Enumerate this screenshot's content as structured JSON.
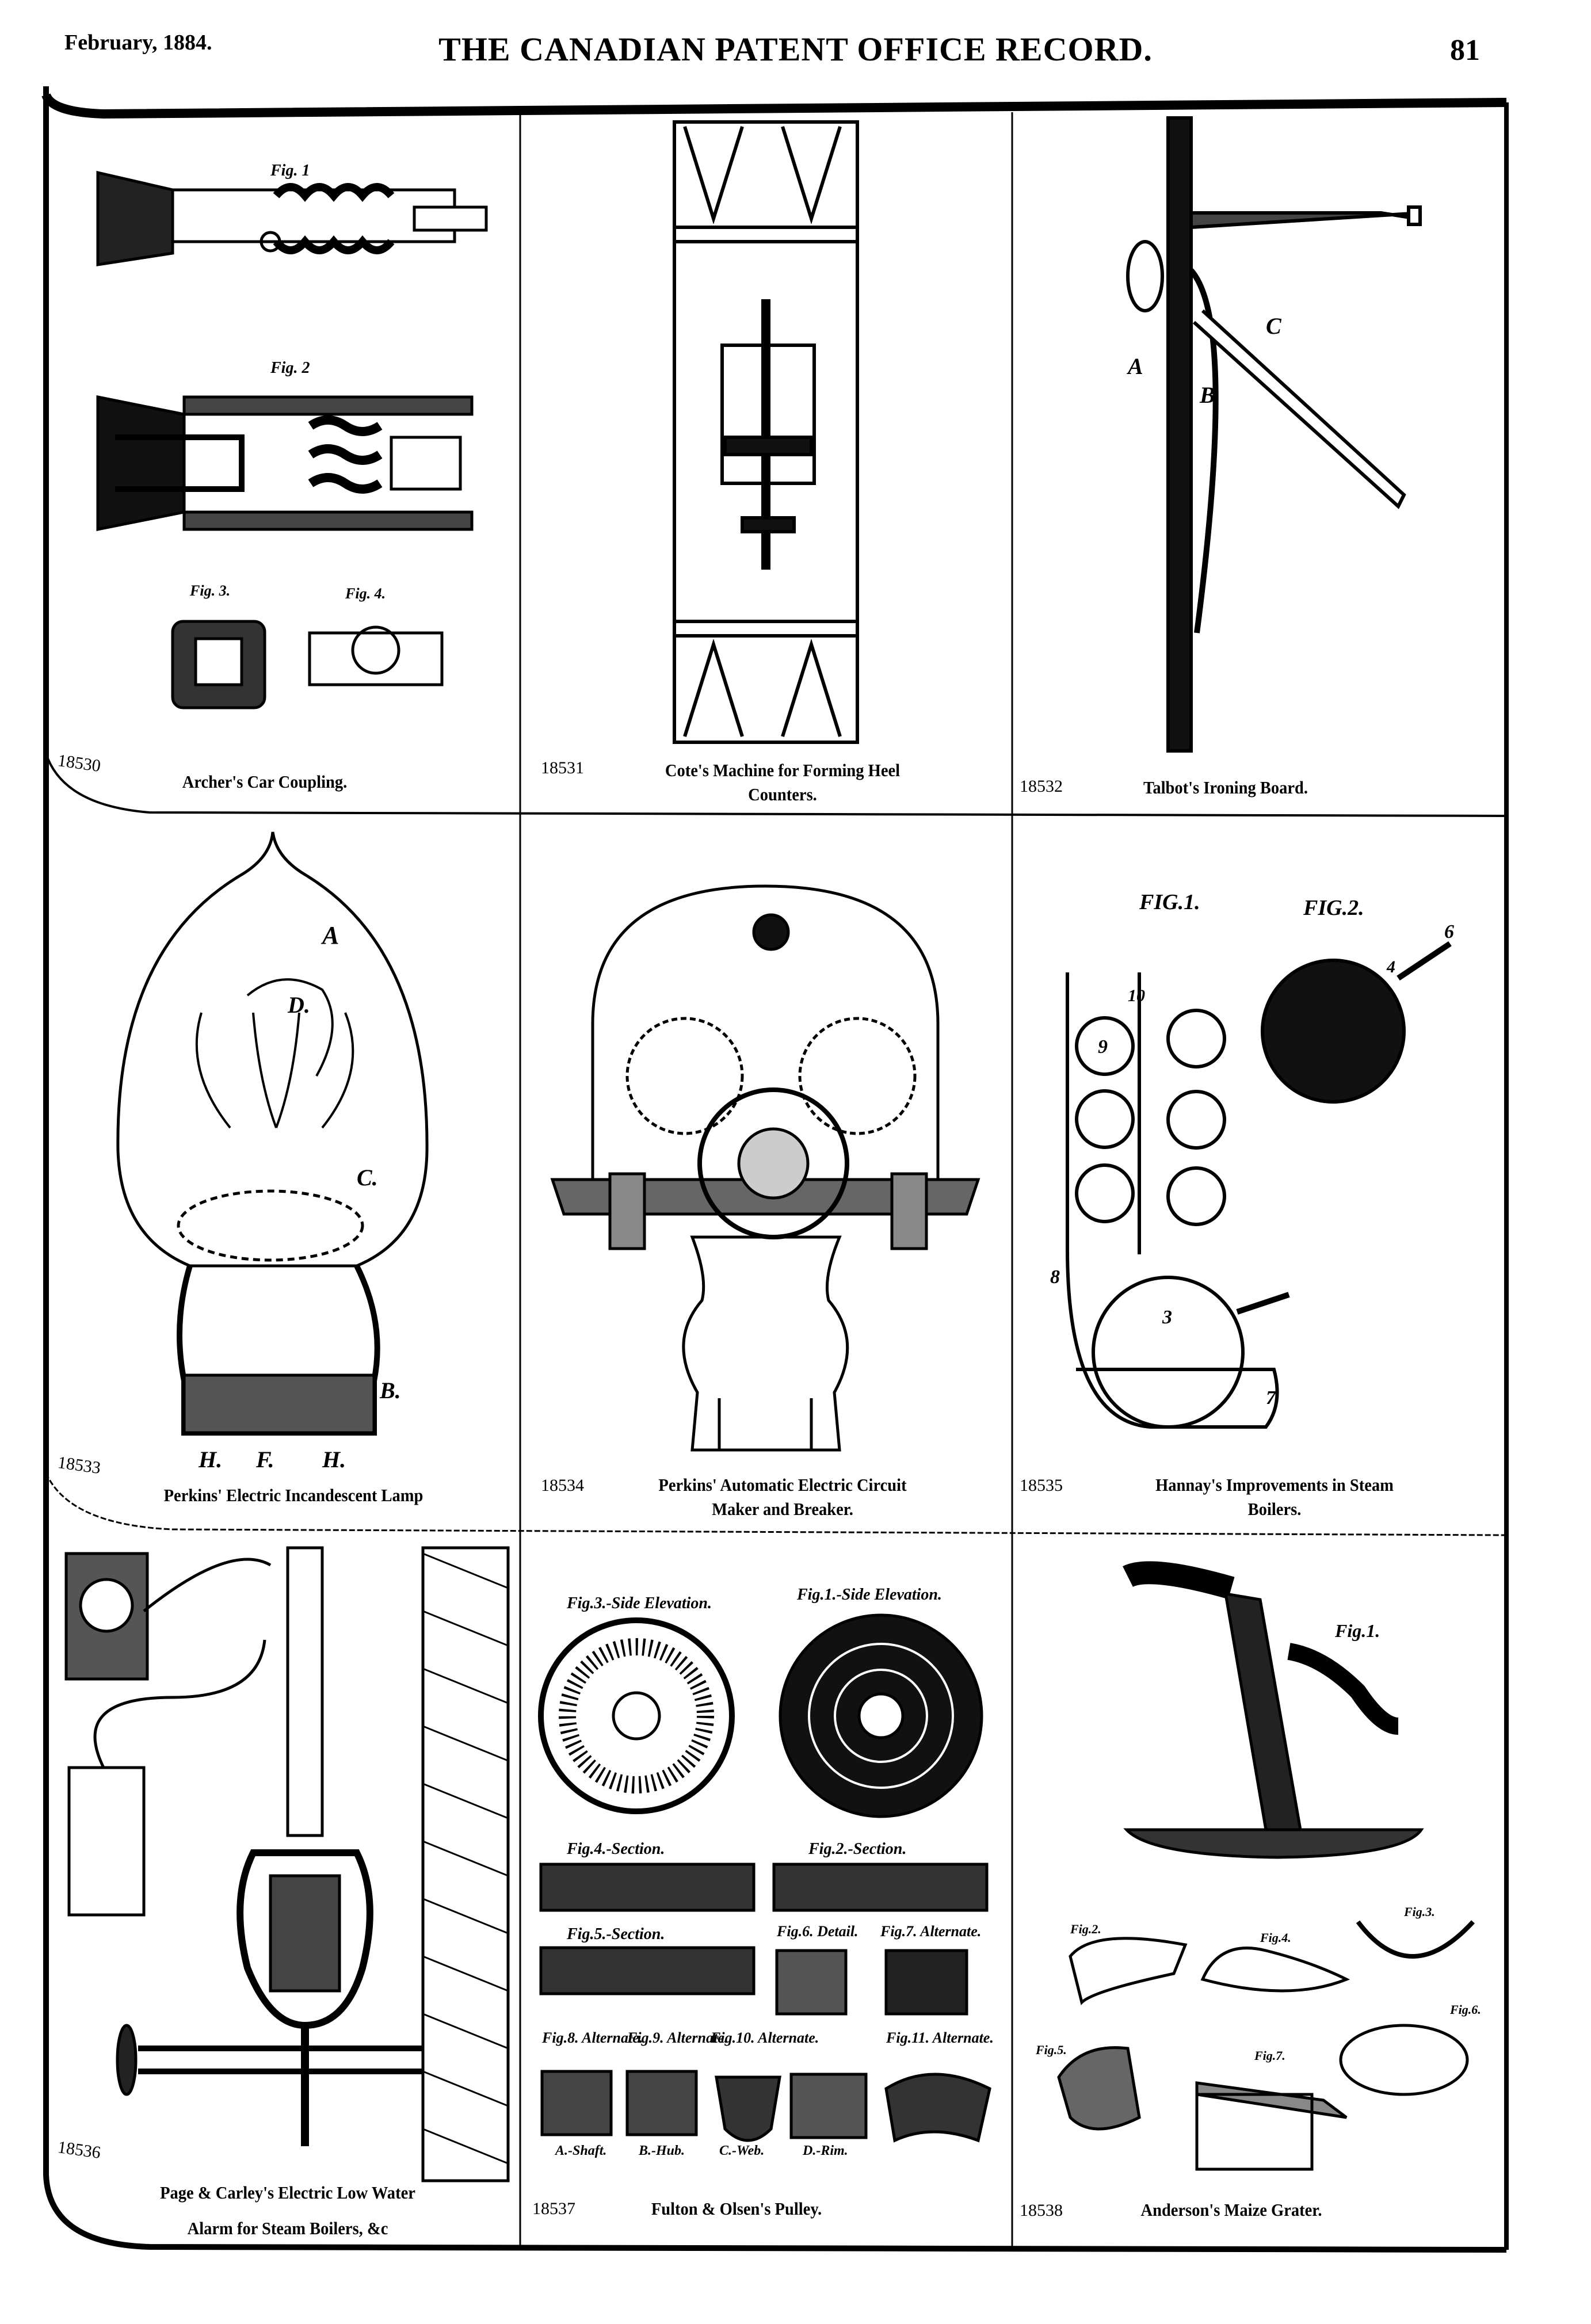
{
  "header": {
    "date": "February, 1884.",
    "title": "THE CANADIAN PATENT OFFICE RECORD.",
    "page_number": "81"
  },
  "cells": [
    {
      "number": "18530",
      "caption": [
        "Archer's Car Coupling."
      ],
      "figures": [
        "Fig. 1",
        "Fig. 2",
        "Fig. 3.",
        "Fig. 4."
      ]
    },
    {
      "number": "18531",
      "caption": [
        "Cote's Machine for Forming Heel",
        "Counters."
      ],
      "figures": []
    },
    {
      "number": "18532",
      "caption": [
        "Talbot's Ironing Board."
      ],
      "figures": [
        "A",
        "B",
        "C"
      ]
    },
    {
      "number": "18533",
      "caption": [
        "Perkins' Electric Incandescent Lamp"
      ],
      "figures": [
        "A",
        "D.",
        "C.",
        "B.",
        "H.",
        "F.",
        "H."
      ]
    },
    {
      "number": "18534",
      "caption": [
        "Perkins' Automatic Electric Circuit",
        "Maker and Breaker."
      ],
      "figures": []
    },
    {
      "number": "18535",
      "caption": [
        "Hannay's Improvements in Steam",
        "Boilers."
      ],
      "figures": [
        "FIG.1.",
        "FIG.2.",
        "9",
        "3",
        "6",
        "4",
        "8",
        "7",
        "10"
      ]
    },
    {
      "number": "18536",
      "caption": [
        "Page & Carley's Electric Low Water",
        "Alarm for Steam Boilers, &c"
      ],
      "figures": []
    },
    {
      "number": "18537",
      "caption": [
        "Fulton & Olsen's Pulley."
      ],
      "figures": [
        "Fig.3.-Side Elevation.",
        "Fig.1.-Side Elevation.",
        "Fig.4.-Section.",
        "Fig.2.-Section.",
        "Fig.5.-Section.",
        "Fig.6. Detail.",
        "Fig.7. Alternate.",
        "Fig.8. Alternate.",
        "Fig.9. Alternate.",
        "Fig.10. Alternate.",
        "Fig.11. Alternate."
      ],
      "legend": [
        "A.-Shaft.",
        "B.-Hub.",
        "C.-Web.",
        "D.-Rim."
      ]
    },
    {
      "number": "18538",
      "caption": [
        "Anderson's Maize Grater."
      ],
      "figures": [
        "Fig.1.",
        "Fig.2.",
        "Fig.3.",
        "Fig.4.",
        "Fig.5.",
        "Fig.6.",
        "Fig.7."
      ]
    }
  ]
}
